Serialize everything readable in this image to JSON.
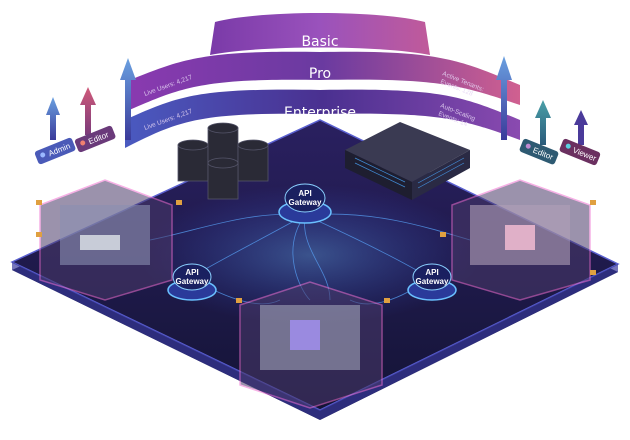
{
  "tiers": [
    {
      "label": "Basic"
    },
    {
      "label": "Pro",
      "left_stat": "Live Users: 4,217",
      "right_stat_1": "Active Tenants:",
      "right_stat_2": "Events: 128"
    },
    {
      "label": "Enterprise",
      "left_stat": "Live Users: 4,217",
      "right_stat_1": "Auto-Scaling",
      "right_stat_2": "Events: 14"
    }
  ],
  "gateways": [
    {
      "line1": "API",
      "line2": "Gateway"
    },
    {
      "line1": "API",
      "line2": "Gateway"
    },
    {
      "line1": "API",
      "line2": "Gateway"
    }
  ],
  "roles_left": [
    {
      "label": "Admin",
      "color": "#4a5ab8"
    },
    {
      "label": "Editor",
      "color": "#b04a6a"
    }
  ],
  "roles_right": [
    {
      "label": "Editor",
      "color": "#2e6f82"
    },
    {
      "label": "Viewer",
      "color": "#6b3060"
    }
  ],
  "colors": {
    "platform": "#1c1b45",
    "accent_pink": "#e060c0",
    "accent_blue": "#4aa8ff",
    "band_basic": "#8a4ab0",
    "band_pro": "#7a3ea8",
    "band_enterprise": "#5a3a9e"
  }
}
